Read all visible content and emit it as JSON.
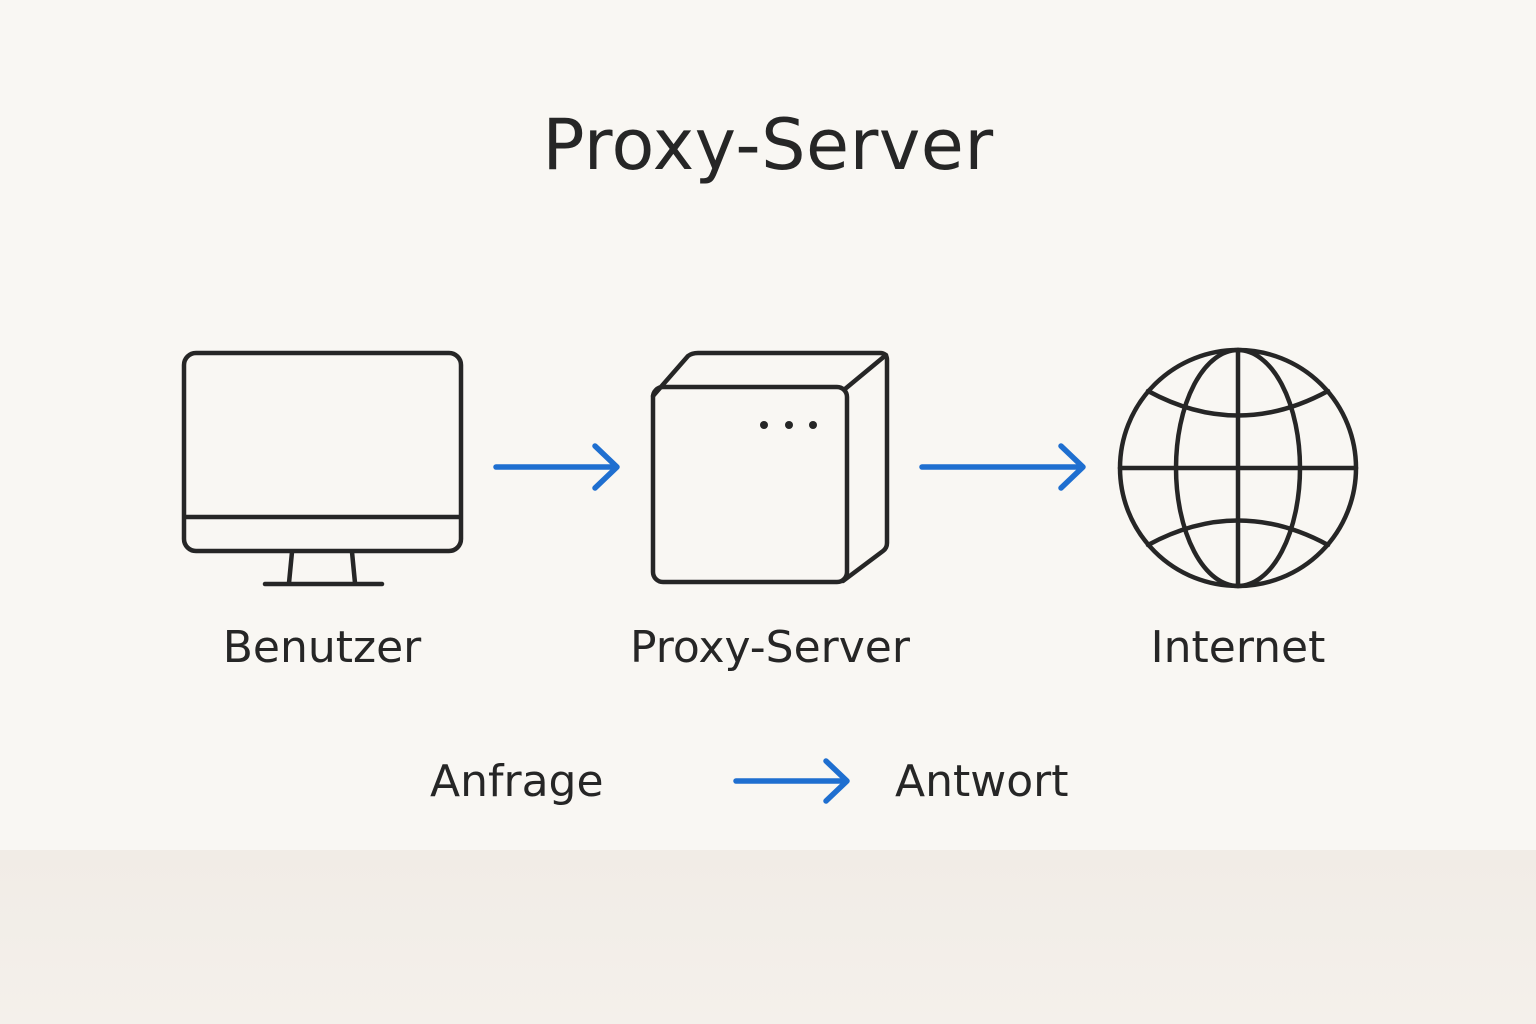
{
  "title": "Proxy-Server",
  "nodes": [
    {
      "id": "user",
      "label": "Benutzer",
      "icon": "monitor-icon"
    },
    {
      "id": "proxy",
      "label": "Proxy-Server",
      "icon": "server-box-icon"
    },
    {
      "id": "internet",
      "label": "Internet",
      "icon": "globe-icon"
    }
  ],
  "edges": [
    {
      "from": "user",
      "to": "proxy"
    },
    {
      "from": "proxy",
      "to": "internet"
    }
  ],
  "legend": {
    "request_label": "Anfrage",
    "response_label": "Antwort"
  },
  "colors": {
    "arrow": "#1f6fd0",
    "stroke": "#262626",
    "text": "#262626"
  }
}
